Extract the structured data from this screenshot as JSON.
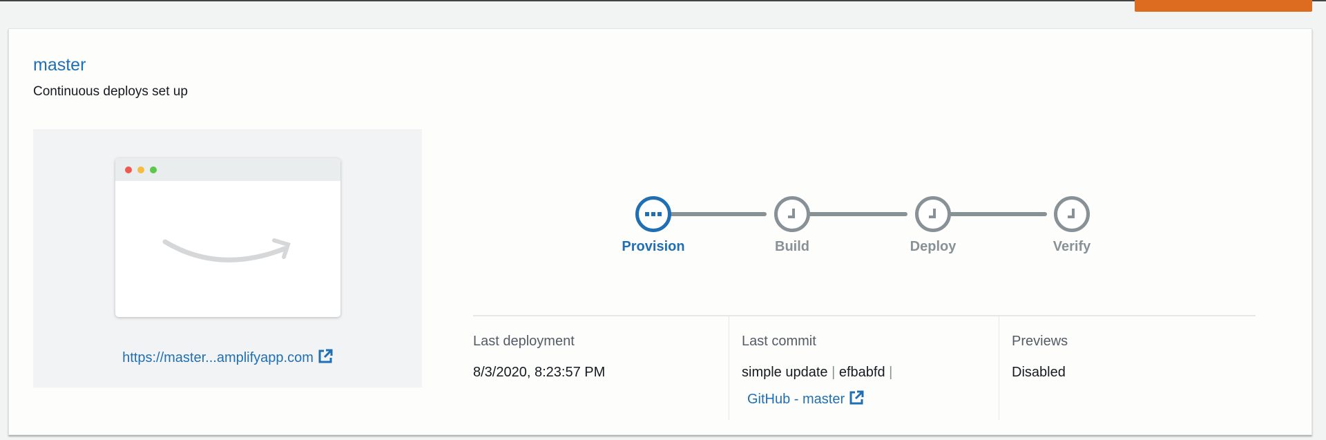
{
  "branch": {
    "name": "master",
    "status": "Continuous deploys set up"
  },
  "preview": {
    "url": "https://master...amplifyapp.com",
    "icon": "external-link-icon"
  },
  "stepper": {
    "steps": [
      {
        "label": "Provision",
        "state": "in-progress",
        "icon": "ellipsis-icon"
      },
      {
        "label": "Build",
        "state": "pending",
        "icon": "clock-icon"
      },
      {
        "label": "Deploy",
        "state": "pending",
        "icon": "clock-icon"
      },
      {
        "label": "Verify",
        "state": "pending",
        "icon": "clock-icon"
      }
    ]
  },
  "info": {
    "last_deployment": {
      "label": "Last deployment",
      "value": "8/3/2020, 8:23:57 PM"
    },
    "last_commit": {
      "label": "Last commit",
      "message": "simple update",
      "sep": "|",
      "hash": "efbabfd",
      "link": "GitHub - master"
    },
    "previews": {
      "label": "Previews",
      "value": "Disabled"
    }
  },
  "colors": {
    "accent": "#1f6fb2",
    "pending": "#879196",
    "button": "#dd6b20"
  }
}
